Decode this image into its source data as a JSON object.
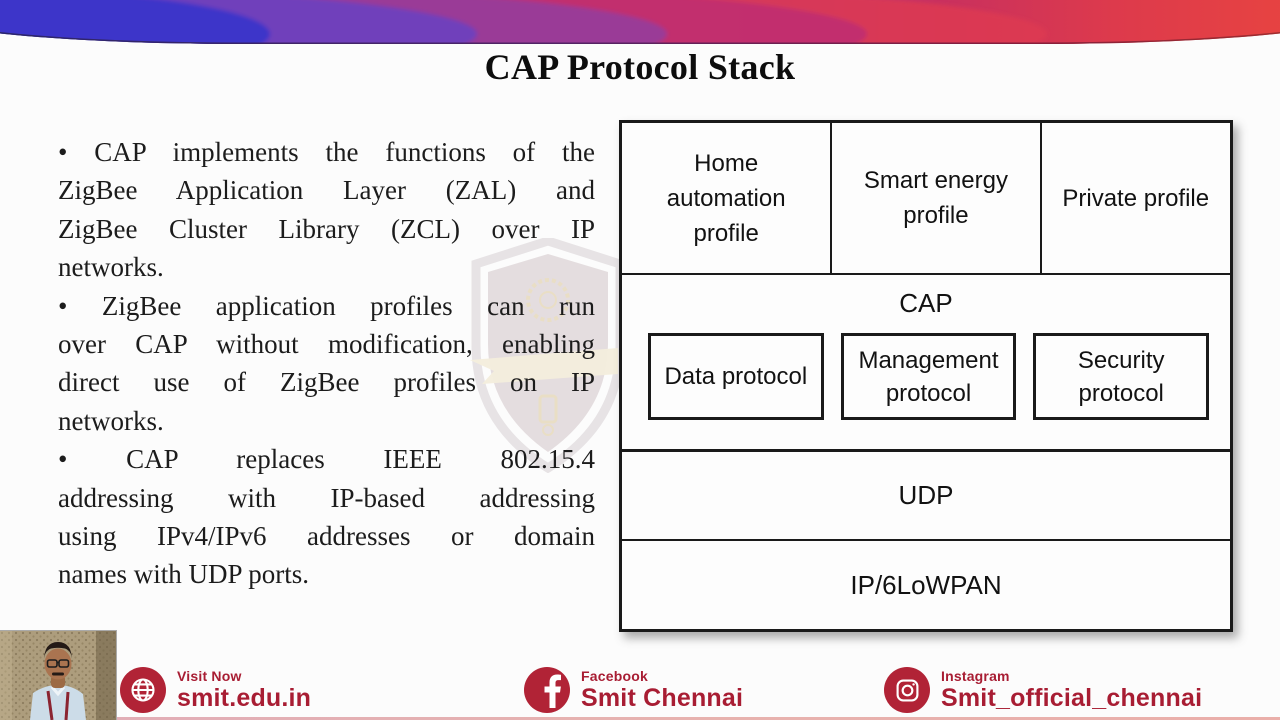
{
  "slide": {
    "title": "CAP Protocol Stack",
    "bullets": [
      {
        "text": "CAP implements the functions of the ZigBee Application Layer (ZAL) and ZigBee Cluster Library (ZCL) over IP networks.",
        "lines": [
          "• CAP implements the functions of the",
          "ZigBee Application Layer (ZAL) and",
          "ZigBee Cluster Library (ZCL) over IP",
          "networks."
        ]
      },
      {
        "text": "ZigBee application profiles can run over CAP without modification, enabling direct use of ZigBee profiles on IP networks.",
        "lines": [
          "• ZigBee application profiles can run",
          "over CAP without modification, enabling",
          "direct use of ZigBee profiles on IP",
          "networks."
        ]
      },
      {
        "text": "CAP replaces IEEE 802.15.4 addressing with IP-based addressing using IPv4/IPv6 addresses or domain names with UDP ports.",
        "lines": [
          "• CAP replaces IEEE 802.15.4",
          "addressing with IP-based addressing",
          "using IPv4/IPv6 addresses or domain",
          "names with UDP ports."
        ]
      }
    ]
  },
  "diagram": {
    "profiles": [
      "Home automation profile",
      "Smart energy profile",
      "Private profile"
    ],
    "cap_label": "CAP",
    "cap_children": [
      "Data protocol",
      "Management protocol",
      "Security protocol"
    ],
    "transport_layer": "UDP",
    "network_layer": "IP/6LoWPAN"
  },
  "footer": {
    "website": {
      "icon": "globe-icon",
      "label": "Visit Now",
      "value": "smit.edu.in"
    },
    "facebook": {
      "icon": "facebook-icon",
      "label": "Facebook",
      "value": "Smit Chennai"
    },
    "instagram": {
      "icon": "instagram-icon",
      "label": "Instagram",
      "value": "Smit_official_chennai"
    }
  },
  "colors": {
    "accent_red": "#a81d33",
    "badge_red": "#b12336",
    "banner_blue": "#3d35c9",
    "banner_purple": "#6d3fbd",
    "banner_magenta": "#c02f70",
    "banner_red": "#e84440",
    "diagram_border": "#1a1a1a"
  }
}
